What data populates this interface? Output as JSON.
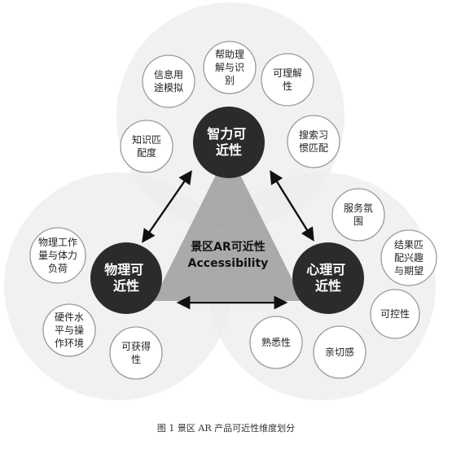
{
  "center": {
    "title_cn": "景区AR可近性",
    "title_en": "Accessibility"
  },
  "hubs": {
    "intellectual": [
      "智力可",
      "近性"
    ],
    "physical": [
      "物理可",
      "近性"
    ],
    "psychological": [
      "心理可",
      "近性"
    ]
  },
  "factors": {
    "intellectual": [
      {
        "lines": [
          "信息用",
          "途模拟"
        ]
      },
      {
        "lines": [
          "帮助理",
          "解与识",
          "别"
        ]
      },
      {
        "lines": [
          "可理解",
          "性"
        ]
      },
      {
        "lines": [
          "知识匹",
          "配度"
        ]
      },
      {
        "lines": [
          "搜索习",
          "惯匹配"
        ]
      }
    ],
    "physical": [
      {
        "lines": [
          "物理工作",
          "量与体力",
          "负荷"
        ]
      },
      {
        "lines": [
          "硬件水",
          "平与操",
          "作环境"
        ]
      },
      {
        "lines": [
          "可获得",
          "性"
        ]
      }
    ],
    "psychological": [
      {
        "lines": [
          "服务氛",
          "围"
        ]
      },
      {
        "lines": [
          "结果匹",
          "配兴趣",
          "与期望"
        ]
      },
      {
        "lines": [
          "可控性"
        ]
      },
      {
        "lines": [
          "熟悉性"
        ]
      },
      {
        "lines": [
          "亲切感"
        ]
      }
    ]
  },
  "caption": "图 1 景区 AR 产品可近性维度划分",
  "colors": {
    "circle_fill": "#ececec",
    "hub_fill": "#2b2b2b",
    "hub_text": "#ffffff",
    "triangle_fill": "#8f8f8f",
    "factor_stroke": "#9a9a9a",
    "factor_fill": "#ffffff",
    "text": "#222222"
  }
}
